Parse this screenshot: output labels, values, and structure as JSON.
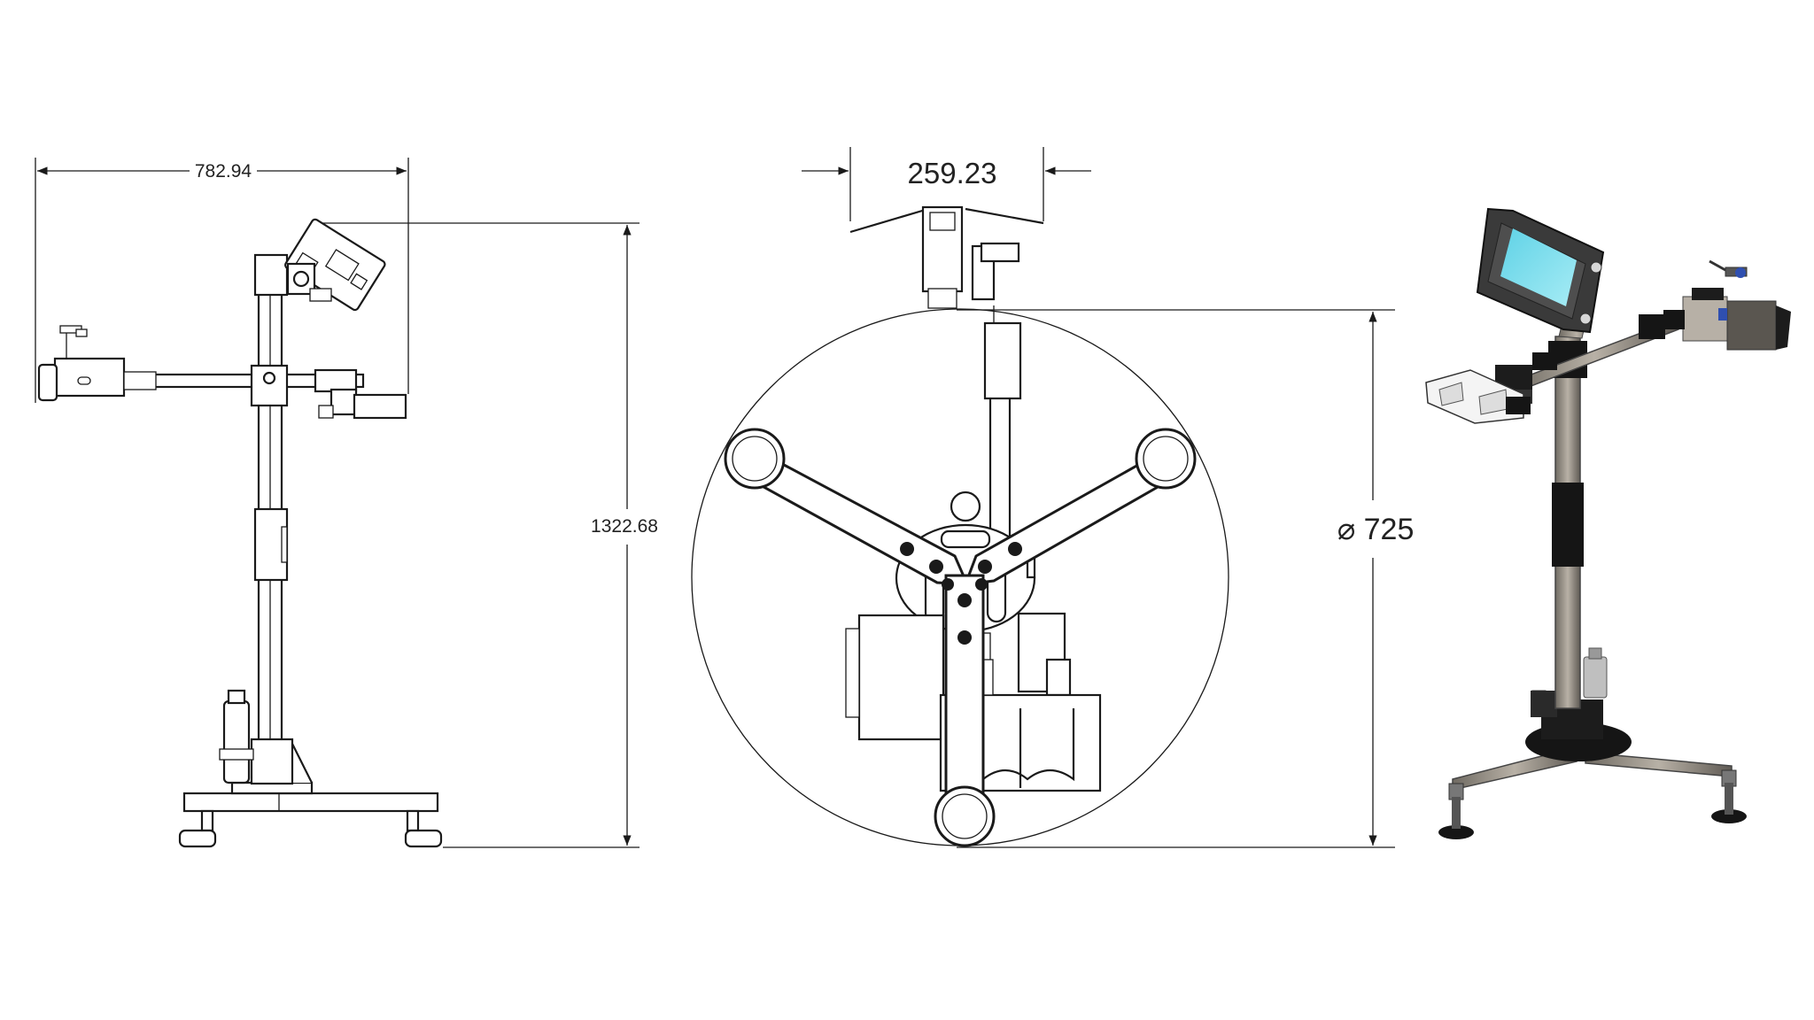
{
  "dimensions": {
    "side_width": "782.94",
    "side_height": "1322.68",
    "top_width": "259.23",
    "top_diameter": "725",
    "diameter_symbol": "⌀"
  },
  "colors": {
    "line": "#1a1a1a",
    "screen": "#7fe0ef",
    "frame_dark": "#3a3a3a",
    "steel": "#9a938a",
    "black_part": "#151515"
  },
  "icons": {
    "diameter": "diameter-symbol"
  }
}
